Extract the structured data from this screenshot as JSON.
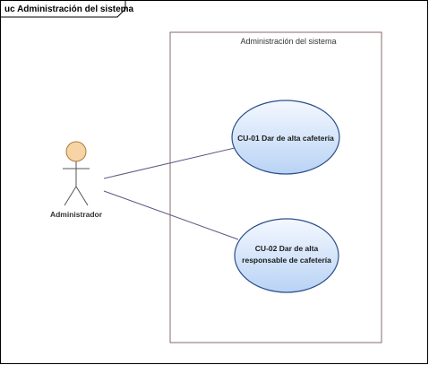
{
  "frame": {
    "title": "uc Administración del sistema"
  },
  "boundary": {
    "label": "Administración del sistema"
  },
  "actor": {
    "name": "Administrador",
    "head_color": "#f6d4a6",
    "head_stroke": "#b07a3a"
  },
  "use_cases": [
    {
      "id": "cu-01",
      "lines": [
        "CU-01 Dar de alta cafetería"
      ]
    },
    {
      "id": "cu-02",
      "lines": [
        "CU-02 Dar de alta",
        "responsable de cafetería"
      ]
    }
  ],
  "colors": {
    "usecase_fill_top": "#f4f8ff",
    "usecase_fill_bottom": "#b9d3f5",
    "usecase_stroke": "#2b4f8a",
    "boundary_stroke": "#8a6a6a",
    "association_stroke": "#5a5a82",
    "frame_stroke": "#000000"
  }
}
